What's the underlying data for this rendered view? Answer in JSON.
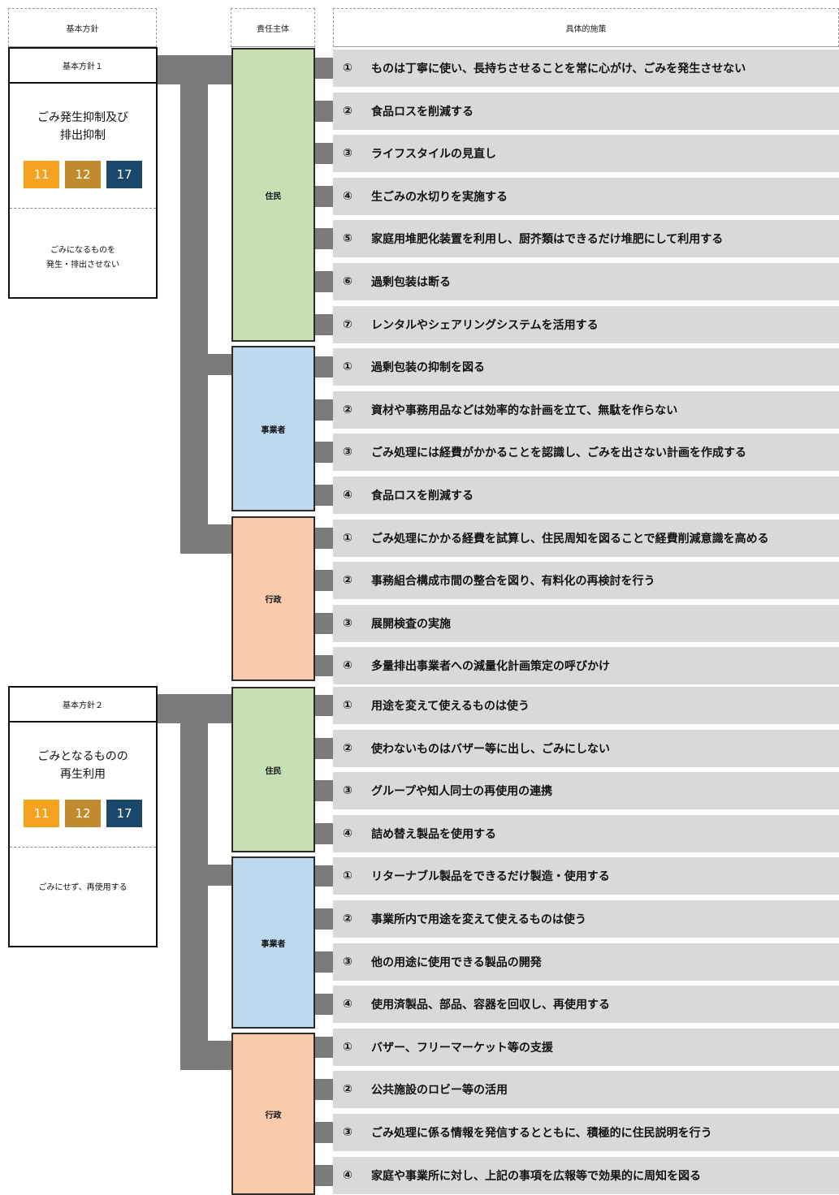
{
  "headers": {
    "policy": "基本方針",
    "actor": "責任主体",
    "measures": "具体的施策"
  },
  "colors": {
    "resident": "#c6e0b4",
    "business": "#bdd7ee",
    "gov": "#f8cbad",
    "sdg11": "#f5a21e",
    "sdg12": "#bf8b2e",
    "sdg17": "#19486a",
    "connector": "#7b7b7b",
    "measure_bg": "#d9d9d9"
  },
  "policies": [
    {
      "title": "基本方針１",
      "name": "ごみ発生抑制及び\n排出抑制",
      "badges": [
        "11",
        "12",
        "17"
      ],
      "desc": "ごみになるものを\n発生・排出させない",
      "groups": [
        {
          "actor": "住民",
          "items": [
            {
              "num": "①",
              "text": "ものは丁寧に使い、長持ちさせることを常に心がけ、ごみを発生させない"
            },
            {
              "num": "②",
              "text": "食品ロスを削減する"
            },
            {
              "num": "③",
              "text": "ライフスタイルの見直し"
            },
            {
              "num": "④",
              "text": "生ごみの水切りを実施する"
            },
            {
              "num": "⑤",
              "text": "家庭用堆肥化装置を利用し、厨芥類はできるだけ堆肥にして利用する"
            },
            {
              "num": "⑥",
              "text": "過剰包装は断る"
            },
            {
              "num": "⑦",
              "text": "レンタルやシェアリングシステムを活用する"
            }
          ]
        },
        {
          "actor": "事業者",
          "items": [
            {
              "num": "①",
              "text": "過剰包装の抑制を図る"
            },
            {
              "num": "②",
              "text": "資材や事務用品などは効率的な計画を立て、無駄を作らない"
            },
            {
              "num": "③",
              "text": "ごみ処理には経費がかかることを認識し、ごみを出さない計画を作成する"
            },
            {
              "num": "④",
              "text": "食品ロスを削減する"
            }
          ]
        },
        {
          "actor": "行政",
          "items": [
            {
              "num": "①",
              "text": "ごみ処理にかかる経費を試算し、住民周知を図ることで経費削減意識を高める"
            },
            {
              "num": "②",
              "text": "事務組合構成市間の整合を図り、有料化の再検討を行う"
            },
            {
              "num": "③",
              "text": "展開検査の実施"
            },
            {
              "num": "④",
              "text": "多量排出事業者への減量化計画策定の呼びかけ"
            }
          ]
        }
      ]
    },
    {
      "title": "基本方針２",
      "name": "ごみとなるものの\n再生利用",
      "badges": [
        "11",
        "12",
        "17"
      ],
      "desc": "ごみにせず、再使用する",
      "groups": [
        {
          "actor": "住民",
          "items": [
            {
              "num": "①",
              "text": "用途を変えて使えるものは使う"
            },
            {
              "num": "②",
              "text": "使わないものはバザー等に出し、ごみにしない"
            },
            {
              "num": "③",
              "text": "グループや知人同士の再使用の連携"
            },
            {
              "num": "④",
              "text": "詰め替え製品を使用する"
            }
          ]
        },
        {
          "actor": "事業者",
          "items": [
            {
              "num": "①",
              "text": "リターナブル製品をできるだけ製造・使用する"
            },
            {
              "num": "②",
              "text": "事業所内で用途を変えて使えるものは使う"
            },
            {
              "num": "③",
              "text": "他の用途に使用できる製品の開発"
            },
            {
              "num": "④",
              "text": "使用済製品、部品、容器を回収し、再使用する"
            }
          ]
        },
        {
          "actor": "行政",
          "items": [
            {
              "num": "①",
              "text": "バザー、フリーマーケット等の支援"
            },
            {
              "num": "②",
              "text": "公共施設のロビー等の活用"
            },
            {
              "num": "③",
              "text": "ごみ処理に係る情報を発信するとともに、積極的に住民説明を行う"
            },
            {
              "num": "④",
              "text": "家庭や事業所に対し、上記の事項を広報等で効果的に周知を図る"
            }
          ]
        }
      ]
    }
  ]
}
